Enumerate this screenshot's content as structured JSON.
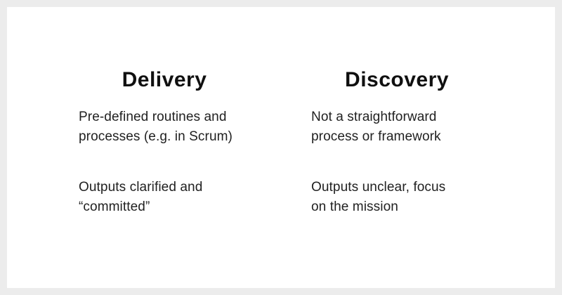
{
  "colors": {
    "background": "#ececec",
    "card": "#ffffff",
    "heading_text": "#101010",
    "body_text": "#212121"
  },
  "columns": [
    {
      "title": "Delivery",
      "points": [
        {
          "lines": [
            "Pre-defined routines and",
            "processes (e.g. in Scrum)"
          ]
        },
        {
          "lines": [
            "Outputs clarified and",
            "“committed”"
          ]
        }
      ]
    },
    {
      "title": "Discovery",
      "points": [
        {
          "lines": [
            "Not a straightforward",
            "process or framework"
          ]
        },
        {
          "lines": [
            "Outputs unclear, focus",
            "on the mission"
          ]
        }
      ]
    }
  ]
}
